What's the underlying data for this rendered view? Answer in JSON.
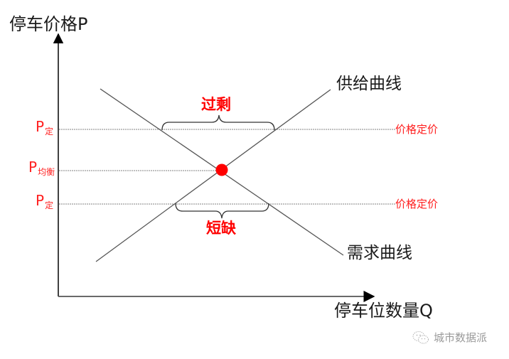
{
  "axes": {
    "y_title": "停车价格P",
    "x_title": "停车位数量Q"
  },
  "curves": {
    "supply_label": "供给曲线",
    "demand_label": "需求曲线"
  },
  "price_levels": {
    "high": {
      "main": "P",
      "sub": "定",
      "tag": "价格定价"
    },
    "equilibrium": {
      "main": "P",
      "sub": "均衡"
    },
    "low": {
      "main": "P",
      "sub": "定",
      "tag": "价格定价"
    }
  },
  "annotations": {
    "surplus": "过剩",
    "shortage": "短缺"
  },
  "watermark": {
    "icon": "wechat-icon",
    "text": "城市数据派"
  },
  "colors": {
    "accent_red": "#ff0000",
    "line_gray": "#555555",
    "dotted_gray": "#9a9a9a",
    "axis_black": "#000000"
  }
}
